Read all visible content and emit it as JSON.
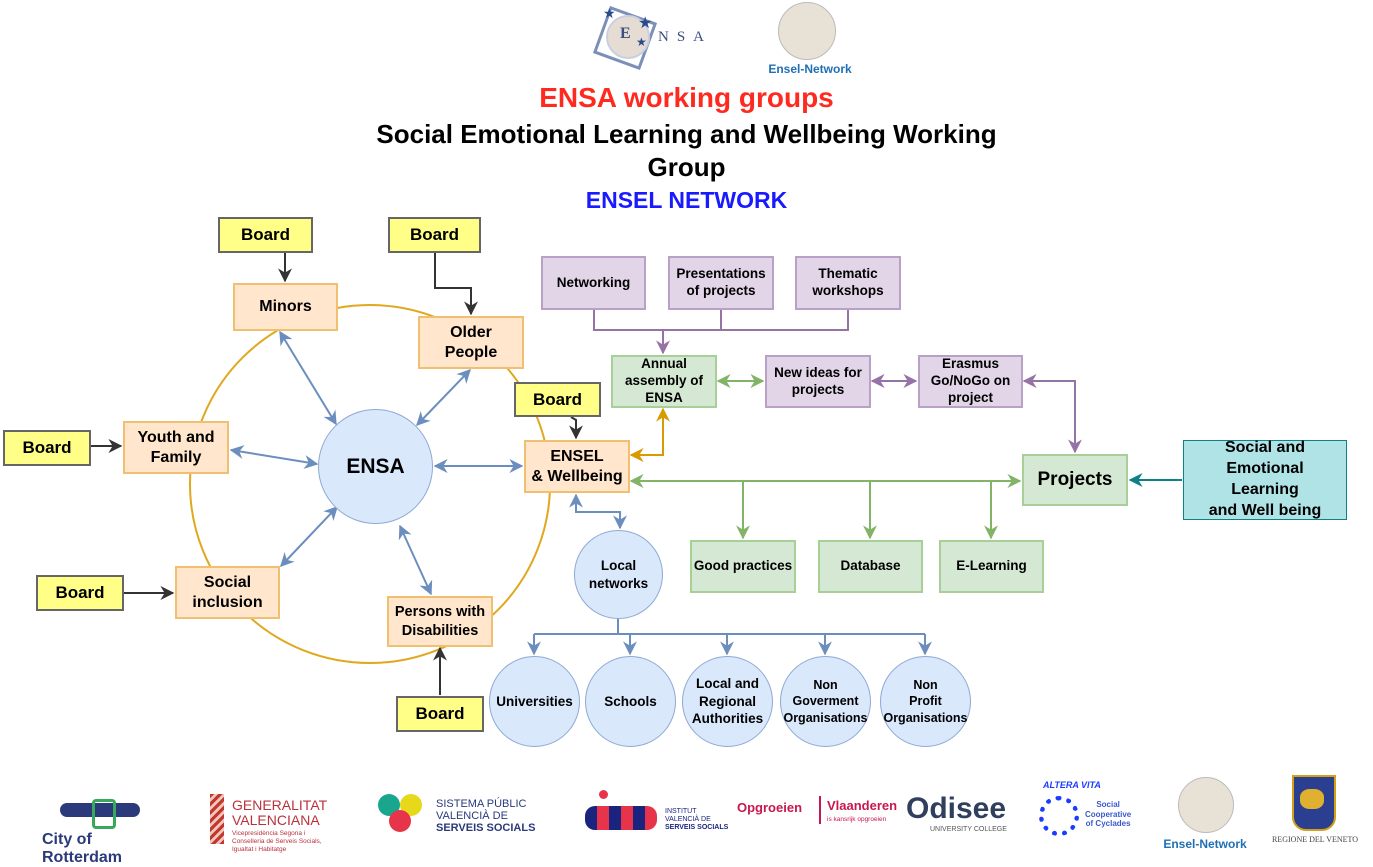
{
  "header": {
    "ensa_logo_text": "NSA",
    "ensa_logo_letter": "E",
    "ensel_logo_text": "Ensel-Network",
    "title": "ENSA working groups",
    "subtitle_line1": "Social Emotional Learning and Wellbeing Working",
    "subtitle_line2": "Group",
    "network": "ENSEL NETWORK"
  },
  "colors": {
    "title": "#ff2a1f",
    "network": "#1a1aff",
    "board_fill": "#ffff88",
    "orange_fill": "#ffe6cc",
    "purple_fill": "#e1d5e7",
    "green_fill": "#d5e8d4",
    "blue_fill": "#dae8fc",
    "teal_fill": "#b0e3e6"
  },
  "diagram": {
    "board": "Board",
    "ensa": "ENSA",
    "minors": "Minors",
    "older_people": "Older\nPeople",
    "youth_family": "Youth and\nFamily",
    "social_inclusion": "Social\ninclusion",
    "persons_disabilities": "Persons with\nDisabilities",
    "ensel_wellbeing": "ENSEL\n& Wellbeing",
    "networking": "Networking",
    "presentations": "Presentations\nof projects",
    "thematic": "Thematic\nworkshops",
    "annual_assembly": "Annual\nassembly of\nENSA",
    "new_ideas": "New ideas for\nprojects",
    "erasmus": "Erasmus\nGo/NoGo on\nproject",
    "projects": "Projects",
    "sel_box": "Social and\nEmotional\nLearning\nand Well being",
    "good_practices": "Good practices",
    "database": "Database",
    "elearning": "E-Learning",
    "local_networks": "Local\nnetworks",
    "members": [
      "Universities",
      "Schools",
      "Local and\nRegional\nAuthorities",
      "Non\nGoverment\nOrganisations",
      "Non\nProfit\nOrganisations"
    ]
  },
  "footer": {
    "rotterdam": "City of Rotterdam",
    "generalitat": "GENERALITAT\nVALENCIANA",
    "generalitat_sub": "Vicepresidència Segona i\nConselleria de Serveis Socials,\nIgualtat i Habitatge",
    "sistema": "SISTEMA PÚBLIC\nVALENCIÀ DE",
    "sistema_bold": "SERVEIS SOCIALS",
    "institut": "INSTITUT\nVALENCIÀ DE",
    "institut_bold": "SERVEIS SOCIALS",
    "opgroeien": "Opgroeien",
    "vlaanderen": "Vlaanderen",
    "vlaanderen_sub": "is kansrijk opgroeien",
    "odisee": "Odisee",
    "odisee_sub": "UNIVERSITY COLLEGE",
    "altera": "ALTERA VITA",
    "cyclades": "Social\nCooperative\nof Cyclades",
    "ensel": "Ensel-Network",
    "veneto": "REGIONE DEL VENETO"
  }
}
